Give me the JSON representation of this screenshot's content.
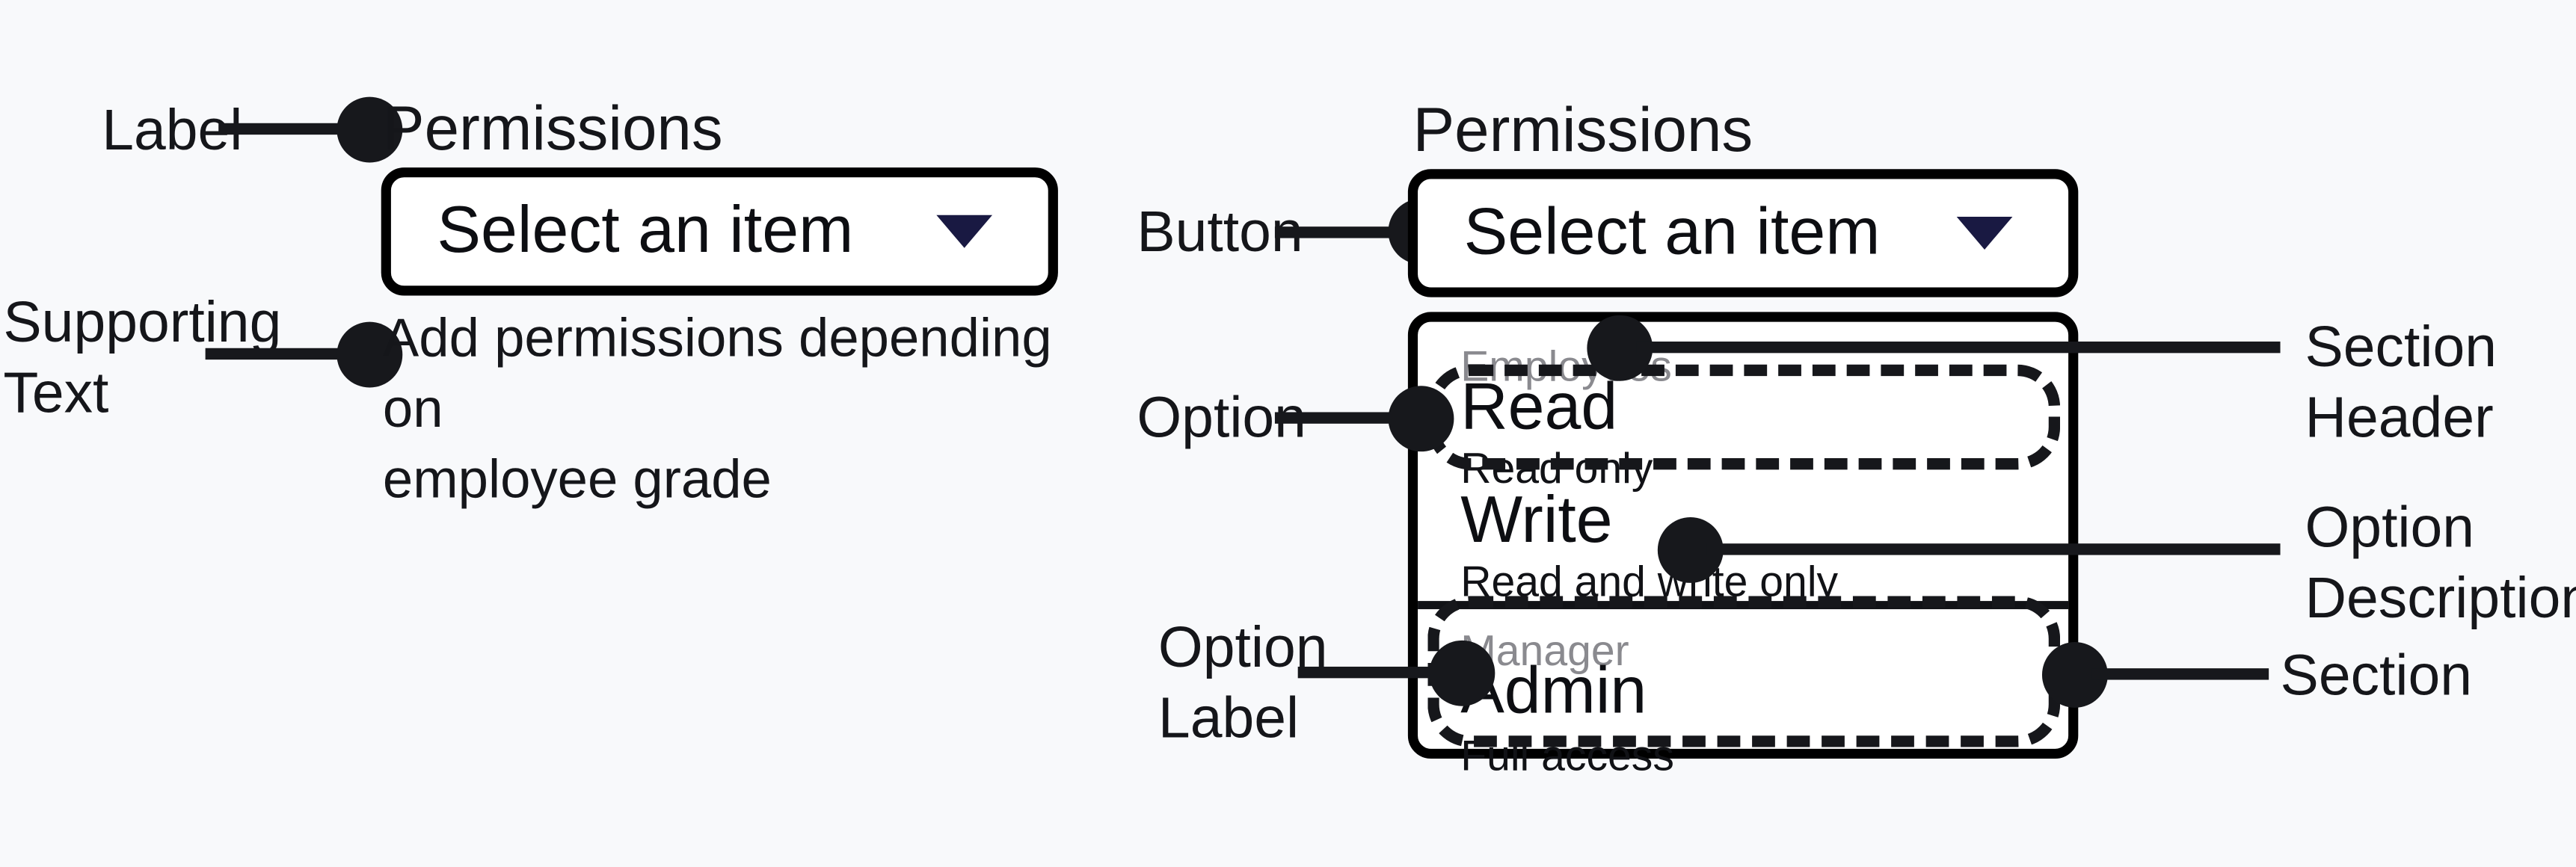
{
  "background_color": "#f8f9fb",
  "accent_color": "#191942",
  "left_spec": {
    "annotations": [
      {
        "name": "label",
        "text": "Label"
      },
      {
        "name": "supporting-text",
        "text": "Supporting\nText"
      }
    ],
    "field_label": "Permissions",
    "select_value": "Select an item",
    "caret_icon": "chevron-down-icon",
    "supporting_text": "Add permissions depending on\nemployee grade"
  },
  "right_spec": {
    "field_label": "Permissions",
    "select_value": "Select an item",
    "caret_icon": "chevron-down-icon",
    "annotations_left": [
      {
        "name": "button",
        "text": "Button"
      },
      {
        "name": "option",
        "text": "Option"
      },
      {
        "name": "option-label",
        "text": "Option\nLabel"
      }
    ],
    "annotations_right": [
      {
        "name": "section-header",
        "text": "Section Header"
      },
      {
        "name": "option-description",
        "text": "Option\nDescription"
      },
      {
        "name": "section",
        "text": "Section"
      }
    ],
    "menu": {
      "sections": [
        {
          "header": "Employees",
          "options": [
            {
              "label": "Read",
              "description": "Read only"
            },
            {
              "label": "Write",
              "description": "Read and write only"
            }
          ]
        },
        {
          "header": "Manager",
          "options": [
            {
              "label": "Admin",
              "description": "Full access"
            }
          ]
        }
      ]
    }
  }
}
